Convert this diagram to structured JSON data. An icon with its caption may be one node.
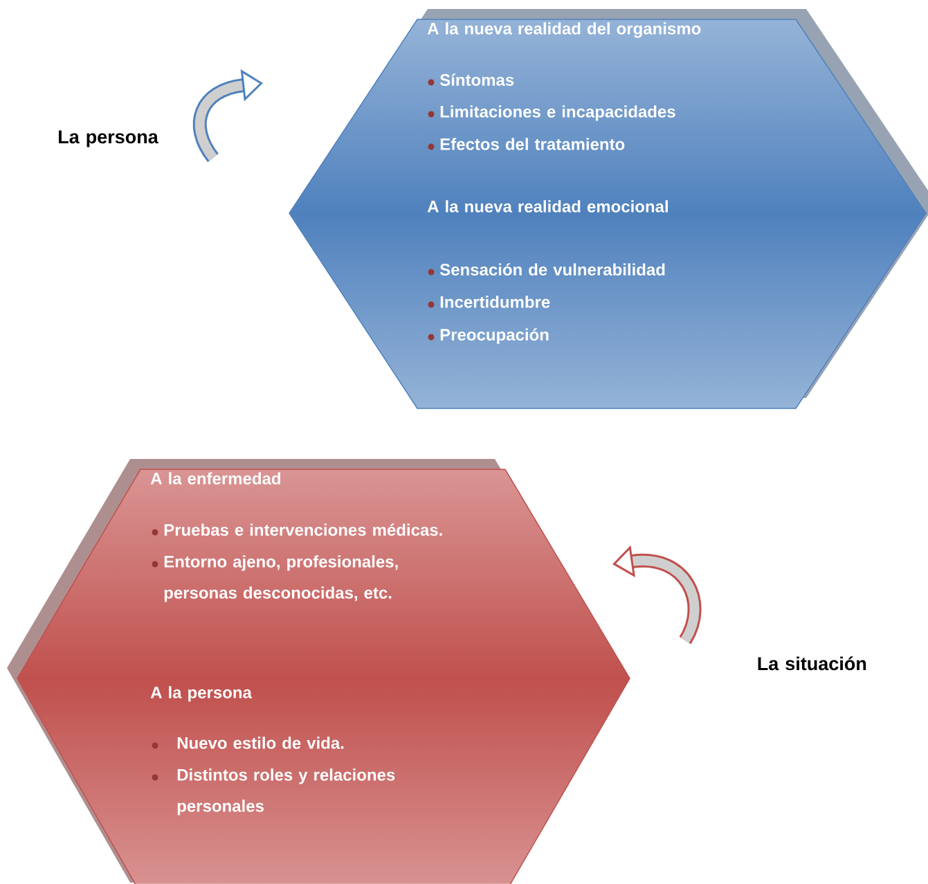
{
  "diagram": {
    "nodes": [
      {
        "text": [
          "La persona"
        ]
      },
      {
        "text": [
          "A la nueva realidad del organismo",
          "Síntomas",
          "Limitaciones e incapacidades",
          "Efectos del tratamiento",
          "A la nueva realidad emocional",
          "Sensación de vulnerabilidad",
          "Incertidumbre",
          "Preocupación"
        ]
      },
      {
        "text": [
          "A la enfermedad",
          "Pruebas e intervenciones médicas.",
          "Entorno ajeno, profesionales, personas desconocidas, etc.",
          "A la persona",
          "Nuevo estilo de vida.",
          "Distintos roles y relaciones personales"
        ]
      },
      {
        "text": [
          "La situación"
        ]
      }
    ]
  }
}
